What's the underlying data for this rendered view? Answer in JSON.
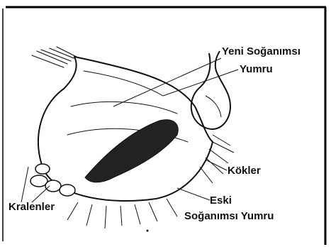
{
  "colors": {
    "ink": "#111111",
    "background": "#ffffff",
    "frame": "#000000"
  },
  "labels": {
    "yeni_line1": "Yeni Soğanımsı",
    "yeni_line2": "Yumru",
    "kokler": "Kökler",
    "eski_line1": "Eski",
    "eski_line2": "Soğanımsı Yumru",
    "kralenler": "Kralenler"
  }
}
